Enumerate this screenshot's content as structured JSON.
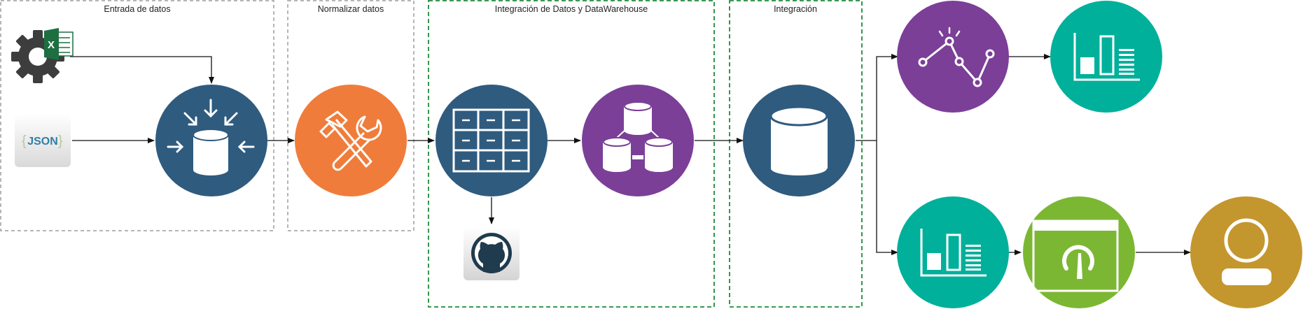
{
  "groups": [
    {
      "id": "entrada",
      "label": "Entrada de datos",
      "style": "gray-dashed"
    },
    {
      "id": "normalizar",
      "label": "Normalizar datos",
      "style": "gray-dashed"
    },
    {
      "id": "integracion-dw",
      "label": "Integración de Datos y DataWarehouse",
      "style": "green-dashed"
    },
    {
      "id": "integracion",
      "label": "Integración",
      "style": "green-dashed"
    }
  ],
  "sources": {
    "excel_letter": "X",
    "json_label": "JSON",
    "json_open_brace": "{",
    "json_close_brace": "}"
  },
  "nodes": [
    {
      "id": "data-import",
      "icon": "database-import-icon",
      "color": "#2f5b7f"
    },
    {
      "id": "normalize",
      "icon": "tools-icon",
      "color": "#f07c3b"
    },
    {
      "id": "table",
      "icon": "table-grid-icon",
      "color": "#2f5b7f"
    },
    {
      "id": "warehouse",
      "icon": "database-cluster-icon",
      "color": "#7b3f98"
    },
    {
      "id": "database",
      "icon": "database-icon",
      "color": "#2f5b7f"
    },
    {
      "id": "analytics",
      "icon": "line-chart-icon",
      "color": "#7b3f98"
    },
    {
      "id": "report-top",
      "icon": "bar-chart-icon",
      "color": "#00b09b"
    },
    {
      "id": "report-bottom",
      "icon": "bar-chart-icon",
      "color": "#00b09b"
    },
    {
      "id": "dashboard",
      "icon": "gauge-dashboard-icon",
      "color": "#7cb734"
    },
    {
      "id": "user",
      "icon": "user-icon",
      "color": "#c4962e"
    }
  ],
  "colors": {
    "gray_dash": "#9e9e9e",
    "green_dash": "#1e8a3c",
    "arrow": "#111111"
  }
}
